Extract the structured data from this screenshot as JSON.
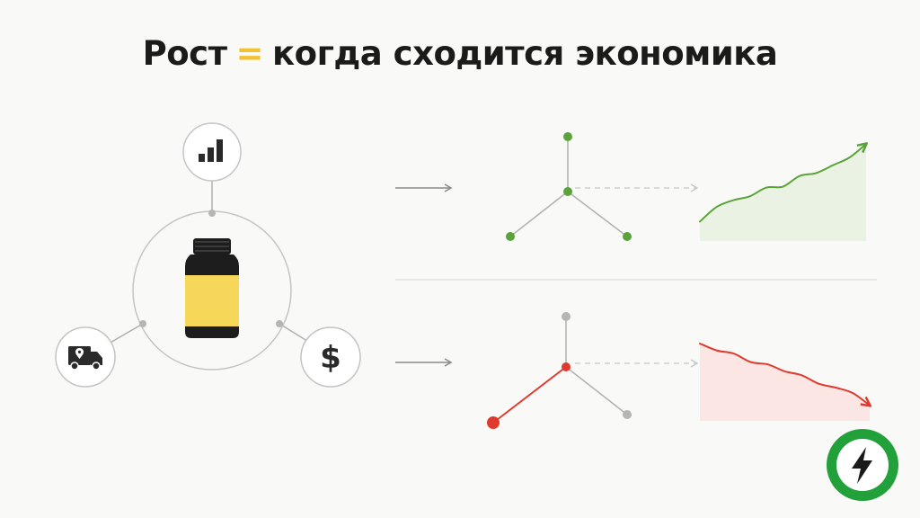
{
  "title": {
    "part1": "Рост",
    "equals": "=",
    "part2": "когда сходится экономика"
  },
  "icons": {
    "top": "bar-chart-icon",
    "left": "delivery-truck-icon",
    "right": "dollar-icon",
    "center": "supplement-bottle-icon",
    "badge": "lightning-bolt-icon",
    "dollar_symbol": "$"
  },
  "colors": {
    "positive": "#5aa33a",
    "negative": "#e03a2f",
    "neutral": "#b5b5b5",
    "accent": "#f2c230",
    "badge": "#22a03a"
  },
  "chart_data": [
    {
      "type": "area",
      "trend": "up",
      "x": [
        0,
        1,
        2,
        3,
        4,
        5,
        6,
        7,
        8,
        9,
        10
      ],
      "values": [
        2,
        3.5,
        4.2,
        4.6,
        5.5,
        5.6,
        6.7,
        7.0,
        7.8,
        8.6,
        10
      ]
    },
    {
      "type": "area",
      "trend": "down",
      "x": [
        0,
        1,
        2,
        3,
        4,
        5,
        6,
        7,
        8,
        9,
        10
      ],
      "values": [
        10,
        9.1,
        8.7,
        7.6,
        7.3,
        6.4,
        5.9,
        4.8,
        4.3,
        3.6,
        2
      ]
    }
  ]
}
